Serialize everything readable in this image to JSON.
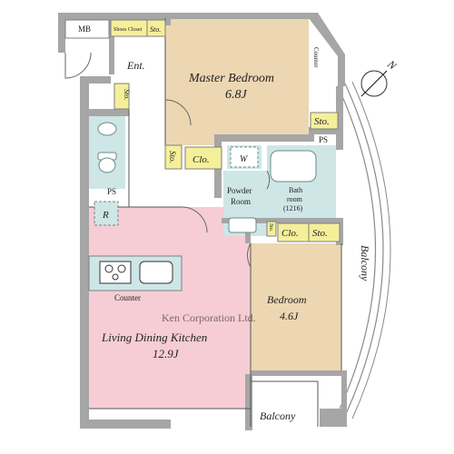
{
  "rooms": {
    "master_bedroom": {
      "label": "Master Bedroom",
      "size": "6.8J"
    },
    "ldk": {
      "label": "Living Dining Kitchen",
      "size": "12.9J"
    },
    "bedroom": {
      "label": "Bedroom",
      "size": "4.6J"
    },
    "entrance": "Ent.",
    "powder_room": {
      "line1": "Powder",
      "line2": "Room"
    },
    "bathroom": {
      "line1": "Bath",
      "line2": "room",
      "line3": "(1216)"
    },
    "balcony_side": "Balcony",
    "balcony_bottom": "Balcony"
  },
  "storage": {
    "mb": "MB",
    "shoes_closet": "Shoes Closet",
    "sto": "Sto.",
    "clo": "Clo.",
    "w": "W",
    "ps": "PS",
    "r": "R"
  },
  "labels": {
    "counter_kitchen": "Counter",
    "counter_bedroom": "Counter",
    "north": "N",
    "watermark": "Ken Corporation Ltd."
  },
  "colors": {
    "wall": "#a6a6a6",
    "master_bedroom_fill": "#ecd7b2",
    "bedroom_fill": "#ecd7b2",
    "ldk_fill": "#f6cdd4",
    "wet_area_fill": "#cfe6e6",
    "storage_fill": "#f6ef9a"
  }
}
